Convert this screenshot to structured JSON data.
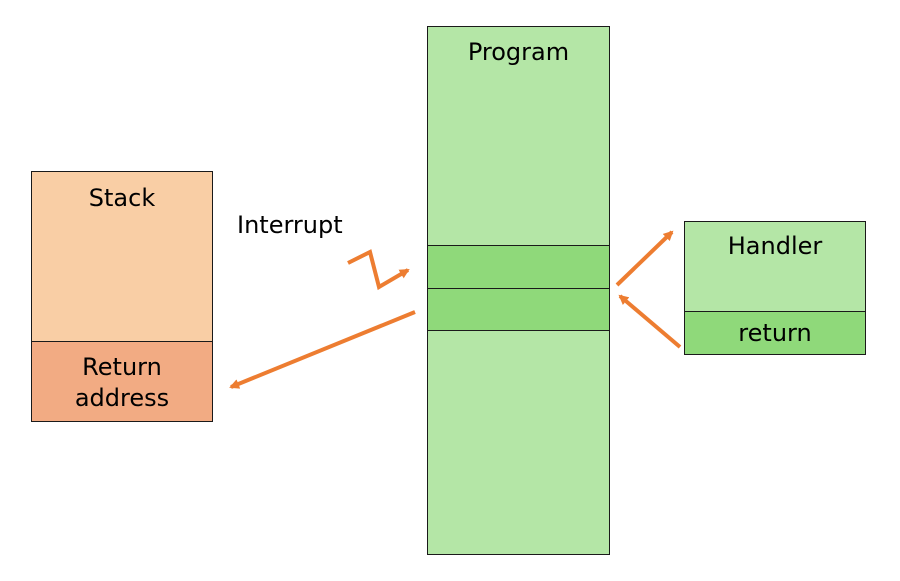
{
  "colors": {
    "stack_fill": "#f9cea5",
    "return_address_fill": "#f2ab83",
    "program_fill": "#b4e6a6",
    "program_highlight_fill": "#8fd97a",
    "handler_fill": "#b4e6a6",
    "handler_return_fill": "#8fd97a",
    "arrow_color": "#ed7d31"
  },
  "stack": {
    "title": "Stack",
    "return_address_line1": "Return",
    "return_address_line2": "address"
  },
  "program": {
    "title": "Program"
  },
  "handler": {
    "title": "Handler",
    "return_label": "return"
  },
  "interrupt": {
    "label": "Interrupt"
  }
}
